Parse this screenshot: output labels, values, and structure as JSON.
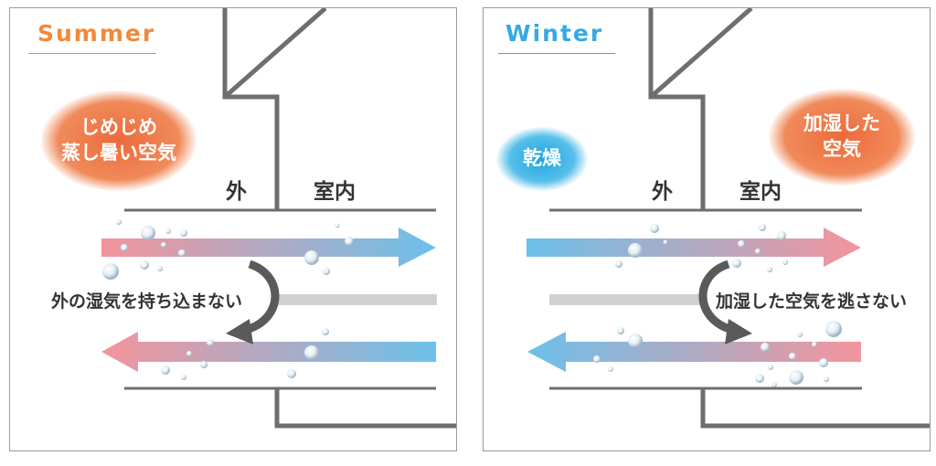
{
  "colors": {
    "summer_accent": "#f08a3c",
    "winter_accent": "#36a9e1",
    "warm": "#f0909a",
    "cool": "#70c0ea",
    "wall": "#6e6e6e",
    "filter": "#d0d0d0",
    "turn_arrow": "#5a5a5a"
  },
  "summer": {
    "title": "Summer",
    "blob_line1": "じめじめ",
    "blob_line2": "蒸し暑い空気",
    "outside_label": "外",
    "inside_label": "室内",
    "caption": "外の湿気を持ち込まない"
  },
  "winter": {
    "title": "Winter",
    "blob_dry": "乾燥",
    "blob_line1": "加湿した",
    "blob_line2": "空気",
    "outside_label": "外",
    "inside_label": "室内",
    "caption": "加湿した空気を逃さない"
  }
}
